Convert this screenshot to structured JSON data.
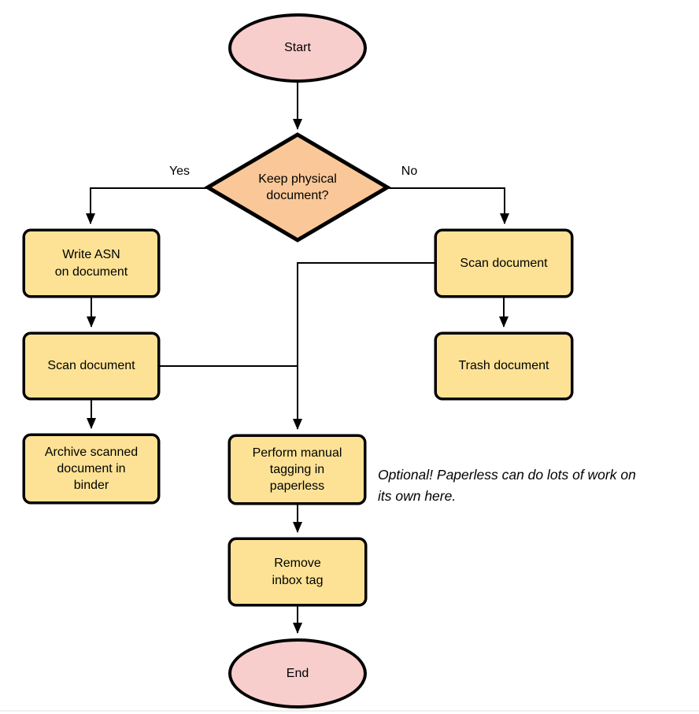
{
  "diagram": {
    "type": "flowchart",
    "colors": {
      "terminal_fill": "#F8CECC",
      "decision_fill": "#FAC898",
      "process_fill": "#FDE295",
      "stroke": "#000000",
      "bottom_rule": "#f1f0ea"
    },
    "nodes": {
      "start": "Start",
      "decision": "Keep physical\ndocument?",
      "write_asn": "Write ASN\non document",
      "scan_left": "Scan document",
      "archive": "Archive scanned\ndocument in\nbinder",
      "scan_right": "Scan document",
      "trash": "Trash document",
      "perform_tagging": "Perform manual\ntagging in\npaperless",
      "remove_inbox": "Remove\ninbox tag",
      "end": "End"
    },
    "edge_labels": {
      "yes": "Yes",
      "no": "No"
    },
    "annotation": "Optional! Paperless can do lots of work on\nits own here."
  }
}
